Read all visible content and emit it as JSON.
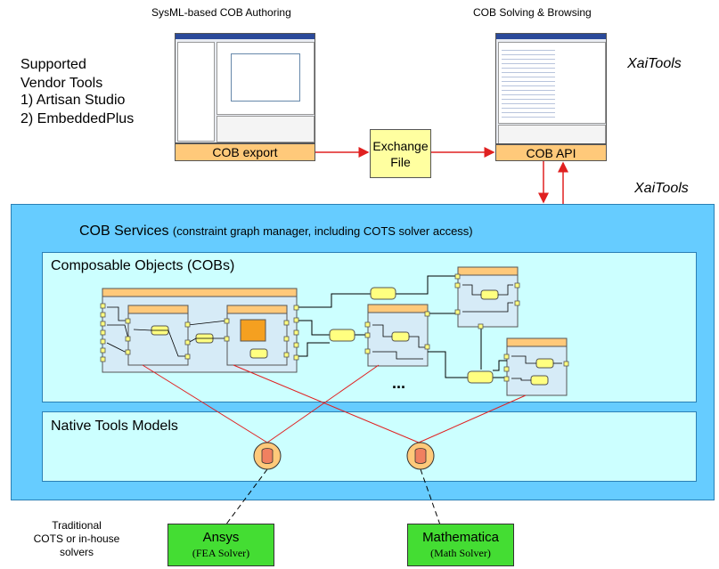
{
  "authoring": {
    "title": "SysML-based COB Authoring",
    "bar_label": "COB export"
  },
  "solving": {
    "title": "COB Solving & Browsing",
    "bar_label": "COB API"
  },
  "vendor": {
    "heading": "Supported\nVendor Tools",
    "items": [
      "1) Artisan Studio",
      "2) EmbeddedPlus"
    ]
  },
  "xaitools_top": "XaiTools",
  "xaitools_mid": "XaiTools",
  "exchange": {
    "line1": "Exchange",
    "line2": "File"
  },
  "services": {
    "title": "COB Services",
    "subtitle": "(constraint graph manager, including COTS solver access)"
  },
  "cobs_panel": {
    "title": "Composable Objects (COBs)",
    "ellipsis": "..."
  },
  "native_panel": {
    "title": "Native Tools Models"
  },
  "traditional": {
    "line1": "Traditional",
    "line2": "COTS or in-house",
    "line3": "solvers"
  },
  "solvers": [
    {
      "name": "Ansys",
      "sub": "(FEA Solver)"
    },
    {
      "name": "Mathematica",
      "sub": "(Math Solver)"
    }
  ],
  "colors": {
    "services_bg": "#66ccff",
    "panel_bg": "#ccffff",
    "orange": "#ffc97a",
    "yellow": "#ffffa0",
    "green": "#44dd33",
    "link_red": "#e02020",
    "box_blue": "#d6ebf7"
  }
}
